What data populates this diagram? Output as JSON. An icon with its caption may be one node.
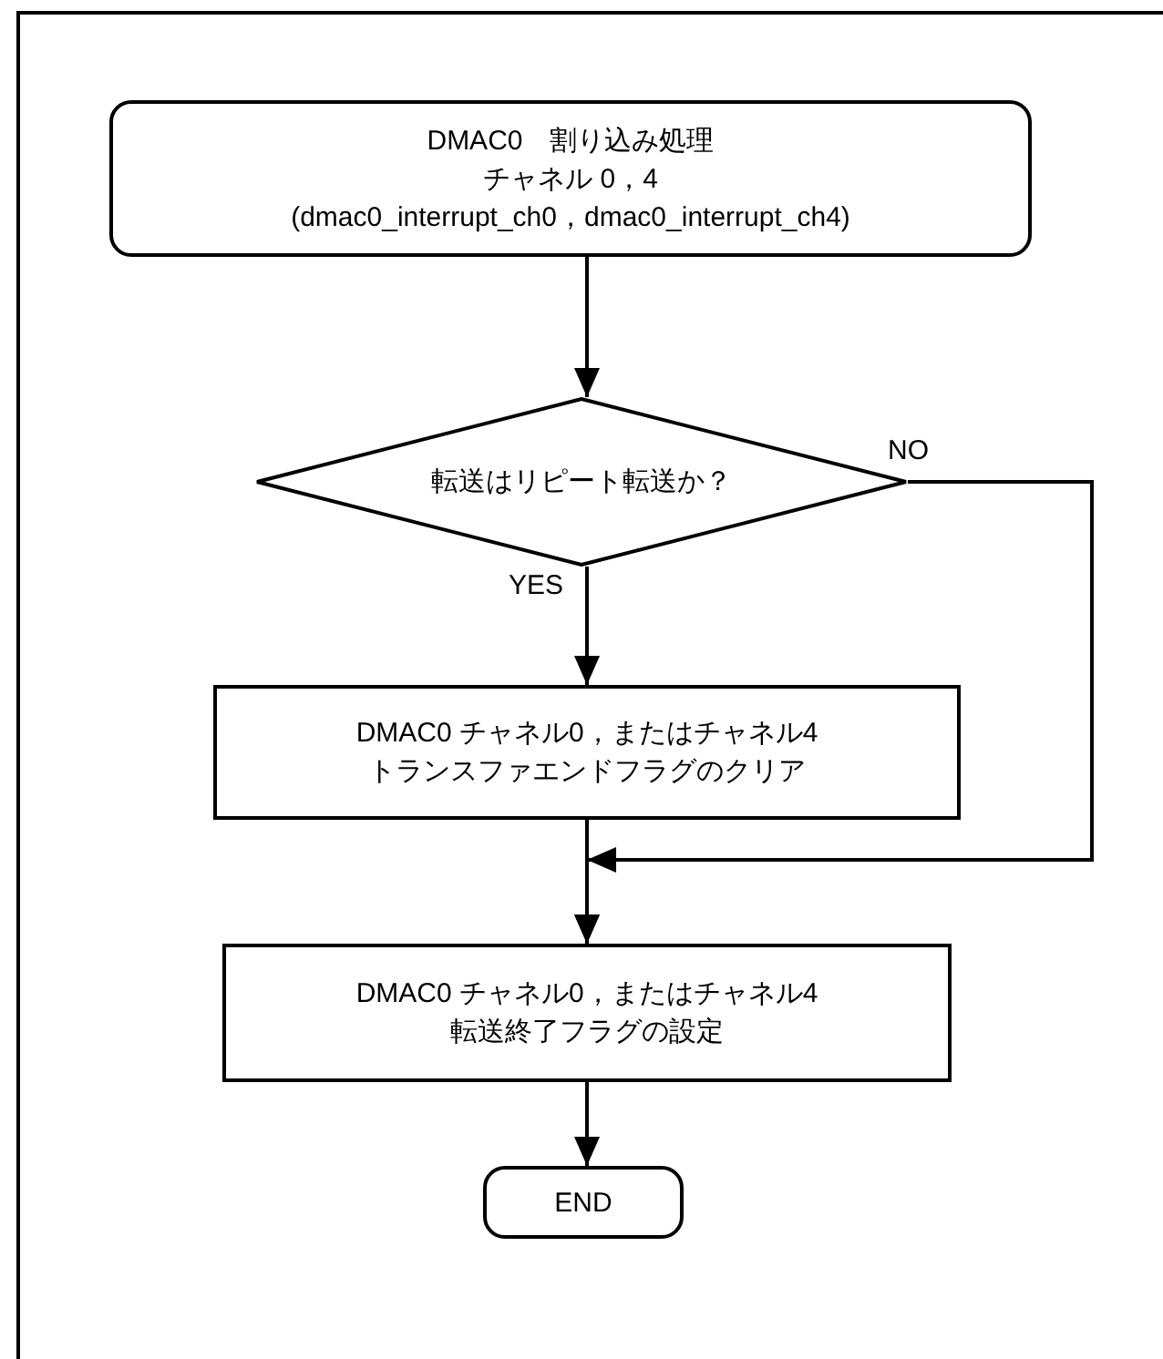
{
  "diagram": {
    "nodes": [
      {
        "text": [
          "DMAC0　割り込み処理",
          "チャネル 0，4",
          "(dmac0_interrupt_ch0，dmac0_interrupt_ch4)"
        ]
      },
      {
        "text": [
          "転送はリピート転送か？"
        ]
      },
      {
        "text": [
          "DMAC0 チャネル0，またはチャネル4",
          "トランスファエンドフラグのクリア"
        ]
      },
      {
        "text": [
          "DMAC0 チャネル0，またはチャネル4",
          "転送終了フラグの設定"
        ]
      },
      {
        "text": [
          "END"
        ]
      }
    ],
    "edges": [
      {
        "from": 0,
        "to": 1,
        "arrow": "to"
      },
      {
        "from": 1,
        "to": 2,
        "arrow": "to",
        "label": "YES"
      },
      {
        "from": 1,
        "to": 3,
        "arrow": "to",
        "label": "NO"
      },
      {
        "from": 2,
        "to": 3,
        "arrow": "to"
      },
      {
        "from": 3,
        "to": 4,
        "arrow": "to"
      }
    ]
  }
}
